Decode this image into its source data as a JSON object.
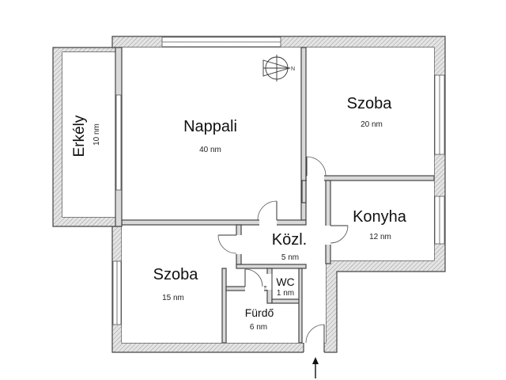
{
  "rooms": {
    "nappali": {
      "name": "Nappali",
      "area": "40 nm"
    },
    "szoba_large": {
      "name": "Szoba",
      "area": "20 nm"
    },
    "erkely": {
      "name": "Erkély",
      "area": "10 nm"
    },
    "konyha": {
      "name": "Konyha",
      "area": "12 nm"
    },
    "kozl": {
      "name": "Közl.",
      "area": "5 nm"
    },
    "szoba_small": {
      "name": "Szoba",
      "area": "15 nm"
    },
    "wc": {
      "name": "WC",
      "area": "1 nm"
    },
    "furdo": {
      "name": "Fürdő",
      "area": "6 nm"
    }
  },
  "compass": {
    "label": "N"
  },
  "colors": {
    "wall_fill": "#d9d9d9",
    "wall_stroke": "#444444",
    "background": "#ffffff"
  },
  "icons": {
    "compass": "north-compass-icon",
    "entrance": "entrance-arrow-icon"
  }
}
